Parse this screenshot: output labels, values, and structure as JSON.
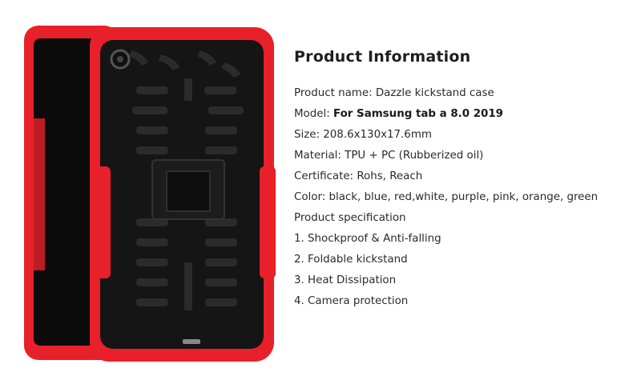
{
  "product_info": {
    "title": "Product Information",
    "lines": [
      {
        "label": "Product name: ",
        "value": "Dazzle kickstand case"
      },
      {
        "label": "Model: ",
        "value": "For Samsung tab a 8.0 2019"
      },
      {
        "label": "Size: ",
        "value": "208.6x130x17.6mm"
      },
      {
        "label": "Material: ",
        "value": "TPU + PC (Rubberized oil)"
      },
      {
        "label": "Certificate: ",
        "value": "Rohs, Reach"
      },
      {
        "label": "Color: ",
        "value": "black, blue, red,white, purple, pink, orange, green"
      },
      {
        "label": "Product specification",
        "value": ""
      },
      {
        "label": "",
        "value": "1. Shockproof & Anti-falling"
      },
      {
        "label": "",
        "value": "2. Foldable kickstand"
      },
      {
        "label": "",
        "value": "3. Heat Dissipation"
      },
      {
        "label": "",
        "value": "4. Camera protection"
      }
    ]
  },
  "colors": {
    "case_red": "#e8202a",
    "case_black": "#151515",
    "screen_black": "#0b0b0b"
  },
  "icons": {
    "product": "tablet-case-icon",
    "kickstand": "kickstand-icon",
    "camera": "camera-icon"
  }
}
